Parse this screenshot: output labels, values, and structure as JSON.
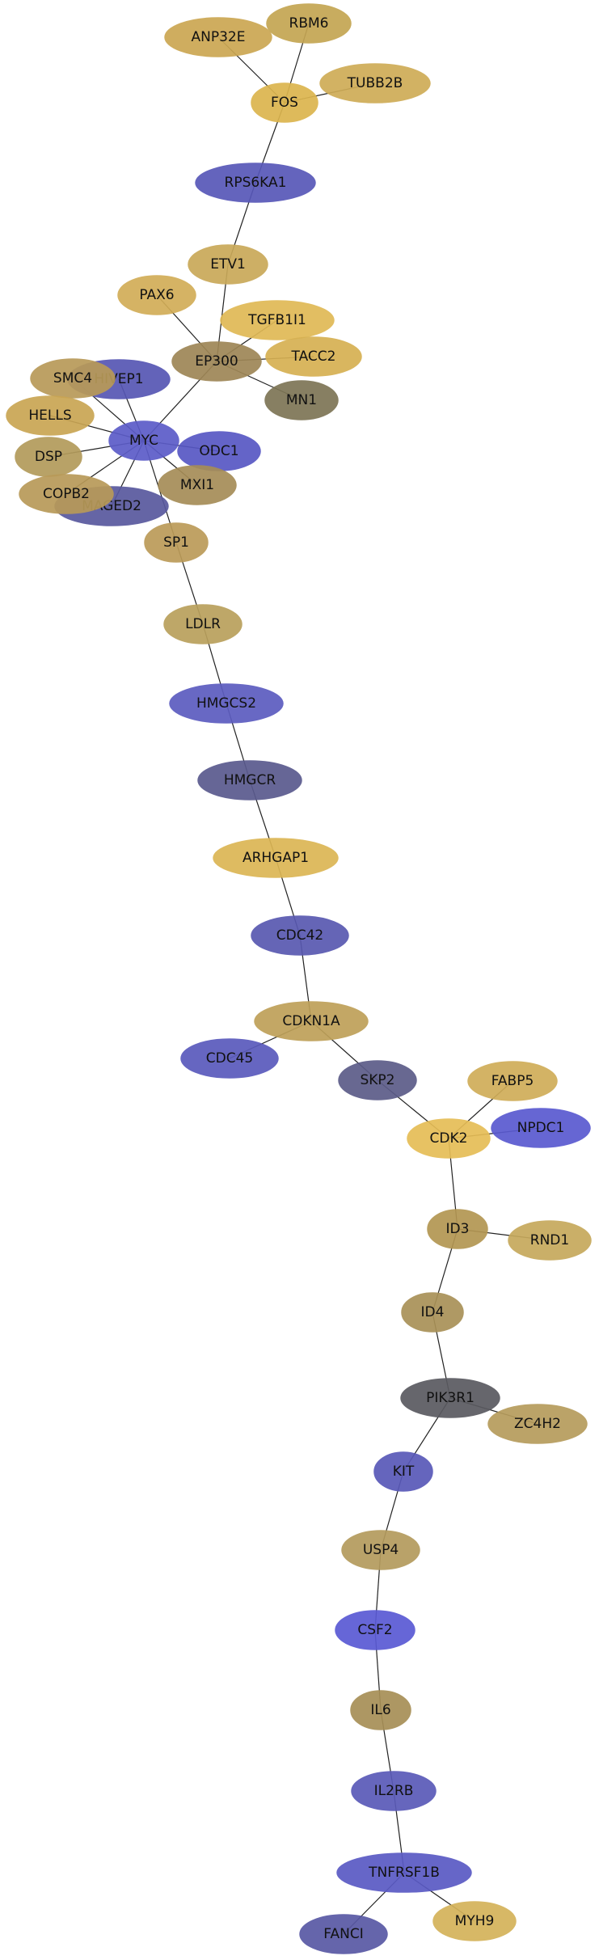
{
  "graph": {
    "palette": {
      "gold": "#d6ae48",
      "gold_light": "#e3b94c",
      "olive": "#a98f52",
      "tan": "#b49b5a",
      "blue": "#5a5ac8",
      "blue_dark": "#5858a8",
      "slate": "#55558a",
      "gray_dark": "#4a4a52",
      "olive_dark": "#78704e"
    },
    "nodes": [
      {
        "id": "ANP32E",
        "label": "ANP32E",
        "color": "#cba752"
      },
      {
        "id": "RBM6",
        "label": "RBM6",
        "color": "#c4a552"
      },
      {
        "id": "FOS",
        "label": "FOS",
        "color": "#dcb54e"
      },
      {
        "id": "TUBB2B",
        "label": "TUBB2B",
        "color": "#cfac56"
      },
      {
        "id": "RPS6KA1",
        "label": "RPS6KA1",
        "color": "#5757b8"
      },
      {
        "id": "ETV1",
        "label": "ETV1",
        "color": "#c9a959"
      },
      {
        "id": "PAX6",
        "label": "PAX6",
        "color": "#d2ad57"
      },
      {
        "id": "TGFB1I1",
        "label": "TGFB1I1",
        "color": "#e0b955"
      },
      {
        "id": "EP300",
        "label": "EP300",
        "color": "#9e8656"
      },
      {
        "id": "TACC2",
        "label": "TACC2",
        "color": "#d6b052"
      },
      {
        "id": "MN1",
        "label": "MN1",
        "color": "#7d7555"
      },
      {
        "id": "HIVEP1",
        "label": "HIVEP1",
        "color": "#5656b4"
      },
      {
        "id": "SMC4",
        "label": "SMC4",
        "color": "#b89a58"
      },
      {
        "id": "HELLS",
        "label": "HELLS",
        "color": "#c9a553"
      },
      {
        "id": "MYC",
        "label": "MYC",
        "color": "#5c5cc8"
      },
      {
        "id": "ODC1",
        "label": "ODC1",
        "color": "#5757c4"
      },
      {
        "id": "DSP",
        "label": "DSP",
        "color": "#b39b5b"
      },
      {
        "id": "MXI1",
        "label": "MXI1",
        "color": "#a68d57"
      },
      {
        "id": "MAGED2",
        "label": "MAGED2",
        "color": "#58589e"
      },
      {
        "id": "COPB2",
        "label": "COPB2",
        "color": "#b89a58"
      },
      {
        "id": "SP1",
        "label": "SP1",
        "color": "#bb9b58"
      },
      {
        "id": "LDLR",
        "label": "LDLR",
        "color": "#b9a05c"
      },
      {
        "id": "HMGCS2",
        "label": "HMGCS2",
        "color": "#5c5cc0"
      },
      {
        "id": "HMGCR",
        "label": "HMGCR",
        "color": "#5a5a8e"
      },
      {
        "id": "ARHGAP1",
        "label": "ARHGAP1",
        "color": "#dcb654"
      },
      {
        "id": "CDC42",
        "label": "CDC42",
        "color": "#5858b0"
      },
      {
        "id": "CDKN1A",
        "label": "CDKN1A",
        "color": "#bea058"
      },
      {
        "id": "CDC45",
        "label": "CDC45",
        "color": "#5a5abc"
      },
      {
        "id": "SKP2",
        "label": "SKP2",
        "color": "#5c5c88"
      },
      {
        "id": "FABP5",
        "label": "FABP5",
        "color": "#d0ad58"
      },
      {
        "id": "CDK2",
        "label": "CDK2",
        "color": "#e6bd56"
      },
      {
        "id": "NPDC1",
        "label": "NPDC1",
        "color": "#5a5ad0"
      },
      {
        "id": "ID3",
        "label": "ID3",
        "color": "#b39652"
      },
      {
        "id": "RND1",
        "label": "RND1",
        "color": "#c6a95c"
      },
      {
        "id": "ID4",
        "label": "ID4",
        "color": "#a99157"
      },
      {
        "id": "PIK3R1",
        "label": "PIK3R1",
        "color": "#5a5a60"
      },
      {
        "id": "ZC4H2",
        "label": "ZC4H2",
        "color": "#b69c5c"
      },
      {
        "id": "KIT",
        "label": "KIT",
        "color": "#5858b8"
      },
      {
        "id": "USP4",
        "label": "USP4",
        "color": "#b49b5d"
      },
      {
        "id": "CSF2",
        "label": "CSF2",
        "color": "#5a5ad4"
      },
      {
        "id": "IL6",
        "label": "IL6",
        "color": "#a78f56"
      },
      {
        "id": "IL2RB",
        "label": "IL2RB",
        "color": "#5a5ab8"
      },
      {
        "id": "TNFRSF1B",
        "label": "TNFRSF1B",
        "color": "#5a5ac4"
      },
      {
        "id": "FANCI",
        "label": "FANCI",
        "color": "#5858a4"
      },
      {
        "id": "MYH9",
        "label": "MYH9",
        "color": "#d4b25a"
      }
    ],
    "edges": [
      [
        "ANP32E",
        "FOS"
      ],
      [
        "RBM6",
        "FOS"
      ],
      [
        "TUBB2B",
        "FOS"
      ],
      [
        "FOS",
        "RPS6KA1"
      ],
      [
        "RPS6KA1",
        "ETV1"
      ],
      [
        "ETV1",
        "EP300"
      ],
      [
        "PAX6",
        "EP300"
      ],
      [
        "TGFB1I1",
        "EP300"
      ],
      [
        "TACC2",
        "EP300"
      ],
      [
        "MN1",
        "EP300"
      ],
      [
        "EP300",
        "MYC"
      ],
      [
        "HIVEP1",
        "MYC"
      ],
      [
        "SMC4",
        "MYC"
      ],
      [
        "HELLS",
        "MYC"
      ],
      [
        "DSP",
        "MYC"
      ],
      [
        "COPB2",
        "MYC"
      ],
      [
        "MAGED2",
        "MYC"
      ],
      [
        "MXI1",
        "MYC"
      ],
      [
        "ODC1",
        "MYC"
      ],
      [
        "MYC",
        "SP1"
      ],
      [
        "SP1",
        "LDLR"
      ],
      [
        "LDLR",
        "HMGCS2"
      ],
      [
        "HMGCS2",
        "HMGCR"
      ],
      [
        "HMGCR",
        "ARHGAP1"
      ],
      [
        "ARHGAP1",
        "CDC42"
      ],
      [
        "CDC42",
        "CDKN1A"
      ],
      [
        "CDKN1A",
        "CDC45"
      ],
      [
        "CDKN1A",
        "SKP2"
      ],
      [
        "SKP2",
        "CDK2"
      ],
      [
        "FABP5",
        "CDK2"
      ],
      [
        "NPDC1",
        "CDK2"
      ],
      [
        "CDK2",
        "ID3"
      ],
      [
        "ID3",
        "RND1"
      ],
      [
        "ID3",
        "ID4"
      ],
      [
        "ID4",
        "PIK3R1"
      ],
      [
        "PIK3R1",
        "ZC4H2"
      ],
      [
        "PIK3R1",
        "KIT"
      ],
      [
        "KIT",
        "USP4"
      ],
      [
        "USP4",
        "CSF2"
      ],
      [
        "CSF2",
        "IL6"
      ],
      [
        "IL6",
        "IL2RB"
      ],
      [
        "IL2RB",
        "TNFRSF1B"
      ],
      [
        "TNFRSF1B",
        "FANCI"
      ],
      [
        "TNFRSF1B",
        "MYH9"
      ]
    ]
  }
}
